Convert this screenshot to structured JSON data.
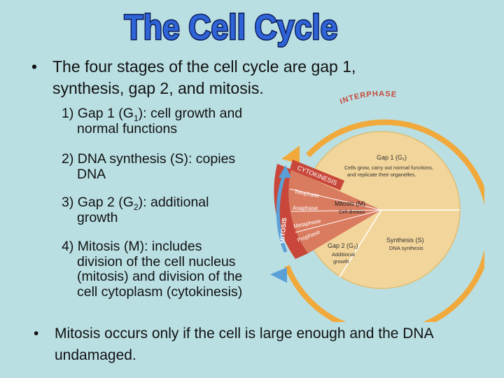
{
  "slide": {
    "title": "The Cell Cycle",
    "bullet1": {
      "text_line1": "The four stages of the cell cycle are gap 1,",
      "text_line2": "synthesis, gap 2, and mitosis."
    },
    "stages": [
      {
        "num": "1)",
        "before": "Gap 1 (G",
        "subscript": "1",
        "after": "): cell growth and",
        "cont": [
          "normal functions"
        ]
      },
      {
        "num": "2)",
        "before": "DNA synthesis (S): copies",
        "subscript": "",
        "after": "",
        "cont": [
          "DNA"
        ]
      },
      {
        "num": "3)",
        "before": "Gap 2 (G",
        "subscript": "2",
        "after": "): additional",
        "cont": [
          "growth"
        ]
      },
      {
        "num": "4)",
        "before": "Mitosis (M): includes",
        "subscript": "",
        "after": "",
        "cont": [
          "division of the cell nucleus",
          "(mitosis) and division of the",
          "cell cytoplasm (cytokinesis)"
        ]
      }
    ],
    "bullet2": {
      "text_line1": "Mitosis occurs only if the cell is large enough and the DNA",
      "text_line2": "undamaged."
    },
    "bullet_char": "•"
  },
  "diagram": {
    "interphase_label": "INTERPHASE",
    "cytokinesis_label": "CYTOKINESIS",
    "mitosis_label": "MITOSIS",
    "g1_title": "Gap 1 (G₁)",
    "g1_desc_line1": "Cells grow, carry out normal functions,",
    "g1_desc_line2": "and replicate their organelles.",
    "s_title": "Synthesis (S)",
    "s_desc": "DNA synthesis",
    "g2_title": "Gap 2 (G₂)",
    "g2_desc_line1": "Additional",
    "g2_desc_line2": "growth",
    "m_title": "Mitosis (M)",
    "m_desc": "Cell division",
    "phases": [
      "Telophase",
      "Anaphase",
      "Metaphase",
      "Prophase"
    ],
    "colors": {
      "ring": "#f2a93b",
      "interphase_fill": "#f2d59a",
      "mitosis_fill": "#d97b5f",
      "mitosis_band": "#c8473a",
      "arrow": "#5aa0d6"
    }
  }
}
